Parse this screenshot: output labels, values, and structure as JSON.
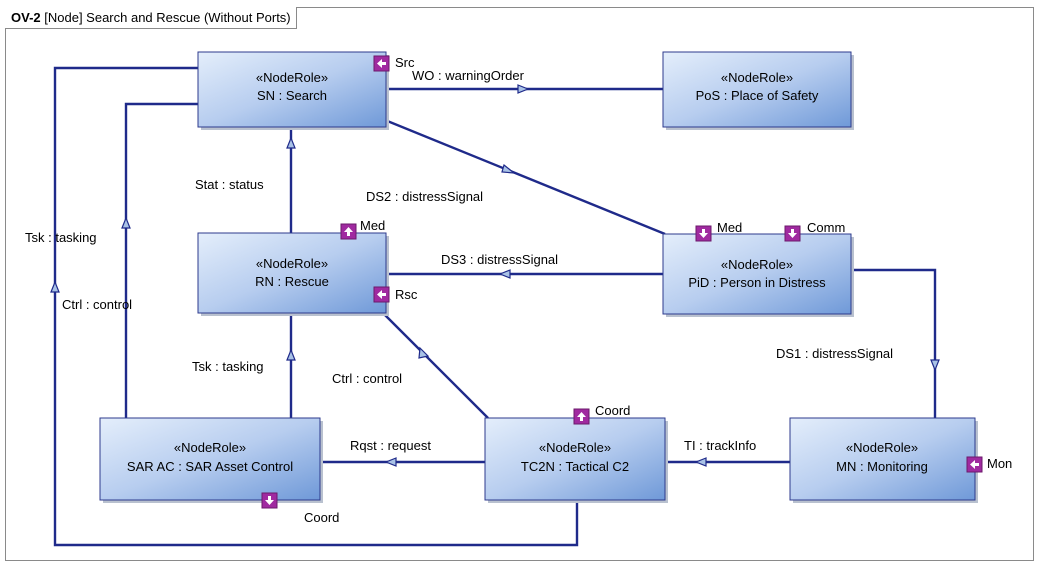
{
  "diagram": {
    "title_code": "OV-2",
    "title_text": "[Node] Search and Rescue (Without Ports)",
    "stereotype": "«NodeRole»",
    "nodes": {
      "sn": "SN : Search",
      "pos": "PoS : Place of Safety",
      "rn": "RN : Rescue",
      "pid": "PiD : Person in Distress",
      "sarac": "SAR AC : SAR Asset Control",
      "tc2n": "TC2N : Tactical C2",
      "mn": "MN : Monitoring"
    },
    "ports": {
      "src": "Src",
      "med_rn": "Med",
      "rsc": "Rsc",
      "med_pid": "Med",
      "comm": "Comm",
      "coord_tc2n": "Coord",
      "coord_sarac": "Coord",
      "mon": "Mon"
    },
    "connectors": {
      "wo": "WO : warningOrder",
      "stat": "Stat : status",
      "ds2": "DS2 : distressSignal",
      "tsk_left": "Tsk : tasking",
      "ds3": "DS3 : distressSignal",
      "ctrl_left": "Ctrl : control",
      "tsk_mid": "Tsk : tasking",
      "ctrl_mid": "Ctrl : control",
      "ds1": "DS1 : distressSignal",
      "rqst": "Rqst : request",
      "ti": "TI : trackInfo"
    }
  }
}
